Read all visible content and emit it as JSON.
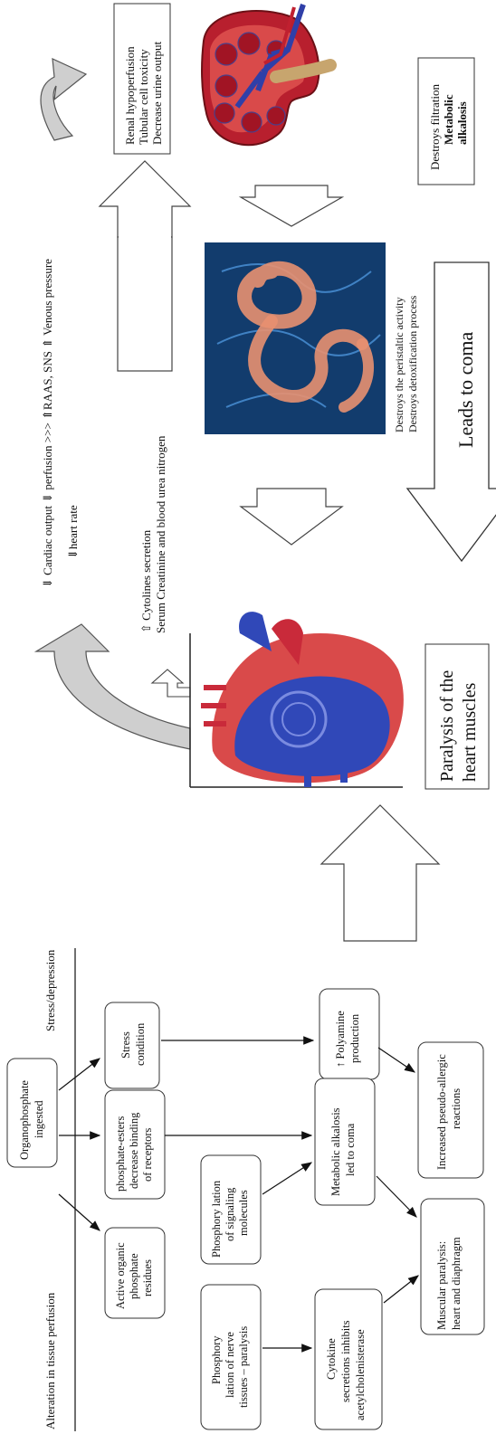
{
  "top_notes": {
    "cardiac_line": "⇓ Cardiac output ⇓ perfusion >>> ⇑RAAS, SNS ⇑ Venous pressure",
    "heart_rate": "⇓heart rate",
    "cytokines": "⇧ Cytolines secretion",
    "serum": "Serum Creatinine and blood urea nitrogen"
  },
  "renal_box": [
    "Renal hypoperfusion",
    "Tubular cell toxicity",
    "Decrease urine output"
  ],
  "filtration": {
    "line1": "Destroys filtration",
    "line2": "Metabolic",
    "line3": "alkalosis"
  },
  "intestine_caption": [
    "Destroys the peristaltic activity",
    "Destroys detoxification process"
  ],
  "coma_arrow": "Leads to coma",
  "heart_box": [
    "Paralysis of the",
    "heart muscles"
  ],
  "flow": {
    "header_left": "Alteration in tissue perfusion",
    "header_right": "Stress/depression",
    "organophosphate": [
      "Organophosphate",
      "ingested"
    ],
    "stress": [
      "Stress",
      "condition"
    ],
    "polyamine": [
      "↑ Polyamine",
      "production"
    ],
    "phosphate_esters": [
      "phosphate-esters",
      "decrease binding",
      "of receptors"
    ],
    "pseudo_allergic": [
      "Increased pseudo-allergic",
      "reactions"
    ],
    "signaling": [
      "Phosphory lation",
      "of signaling",
      "molecules"
    ],
    "metabolic": [
      "Metabolic alkalosis",
      "led to coma"
    ],
    "active_organic": [
      "Active organic",
      "phosphate",
      "residues"
    ],
    "muscular": [
      "Muscular paralysis:",
      "heart and diaphragm"
    ],
    "nerve": [
      "Phosphory",
      "lation of nerve",
      "tissues – paralysis"
    ],
    "cytokine_box": [
      "Cytokine",
      "secretions inhibits",
      "acetylcholenisterase"
    ]
  }
}
